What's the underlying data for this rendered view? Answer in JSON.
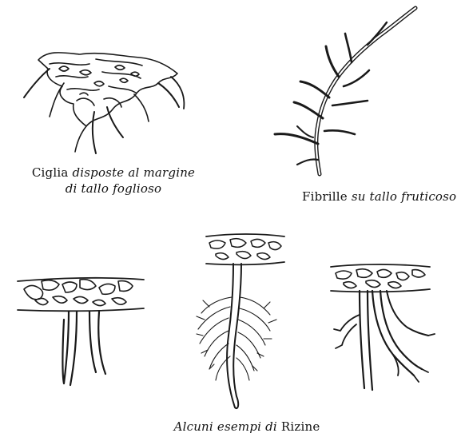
{
  "figures": {
    "ciglia": {
      "illustration_icon": "foliose-thallus-cilia-icon",
      "caption_regular_1": "Ciglia",
      "caption_italic_1": "disposte al margine",
      "caption_italic_2": "di tallo foglioso"
    },
    "fibrille": {
      "illustration_icon": "fruticose-thallus-fibrils-icon",
      "caption_regular_1": "Fibrille",
      "caption_italic_1": "su tallo fruticoso"
    },
    "rizine": {
      "illustration_icons": [
        "simple-rhizines-icon",
        "squarrose-rhizine-icon",
        "branched-rhizines-icon"
      ],
      "caption_italic_1": "Alcuni esempi di",
      "caption_regular_1": "Rizine"
    }
  },
  "colors": {
    "ink": "#1a1a1a",
    "background": "#ffffff"
  }
}
